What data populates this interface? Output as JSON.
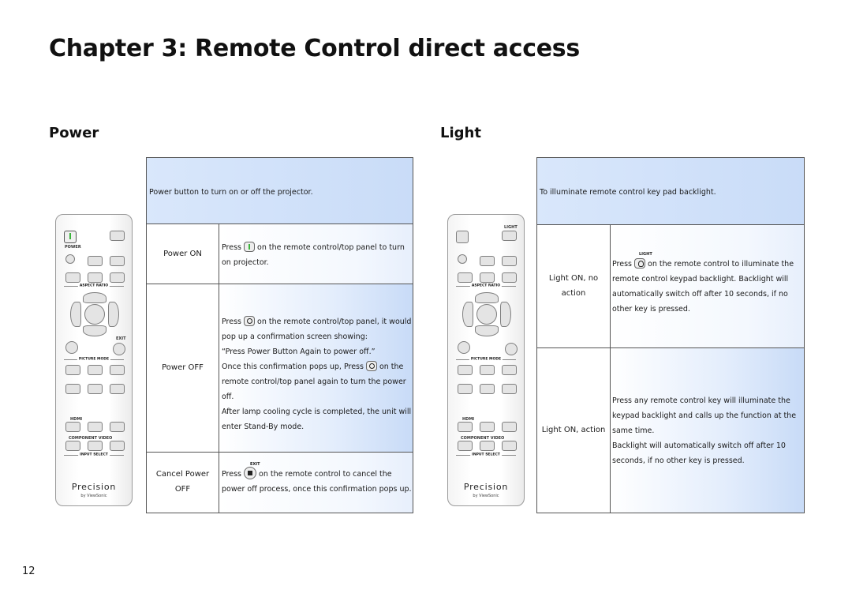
{
  "page": {
    "title": "Chapter 3: Remote Control direct access",
    "page_number": "12"
  },
  "power": {
    "heading": "Power",
    "header_text": "Power button to turn on or off the projector.",
    "rows": [
      {
        "label": "Power ON",
        "text_before_icon": "Press",
        "text_after_icon": "on the remote control/top panel to turn",
        "text_line2": "on projector."
      },
      {
        "label": "Power OFF",
        "line1_before_icon": "Press",
        "line1_after_icon": "on the remote control/top panel, it would",
        "line2": "pop up a confirmation screen showing:",
        "line3": "“Press Power Button Again to power off.”",
        "line4_before_icon": "Once this confirmation pops up, Press",
        "line4_after_icon": "on the",
        "line5": "remote control/top panel again to turn the power off.",
        "line6": "After lamp cooling cycle is completed, the unit will",
        "line7": "enter Stand-By mode."
      },
      {
        "label_line1": "Cancel Power",
        "label_line2": "OFF",
        "icon_caption": "EXIT",
        "text_before_icon": "Press",
        "text_after_icon": "on the remote control to cancel the",
        "text_line2": "power off process, once this confirmation pops up."
      }
    ]
  },
  "light": {
    "heading": "Light",
    "header_text": "To illuminate remote control key pad backlight.",
    "rows": [
      {
        "label_line1": "Light ON, no",
        "label_line2": "action",
        "icon_caption": "LIGHT",
        "line1_before_icon": "Press",
        "line1_after_icon": "on the remote control to illuminate the",
        "line2": "remote control keypad backlight. Backlight will",
        "line3": "automatically switch off after 10 seconds, if no",
        "line4": "other key is pressed."
      },
      {
        "label": "Light ON, action",
        "line1": "Press any remote control key will illuminate the",
        "line2": "keypad backlight and calls up the function at the",
        "line3": "same time.",
        "line4": "Backlight will automatically switch off after 10",
        "line5": "seconds, if no other key is pressed."
      }
    ]
  },
  "remote": {
    "labels": {
      "power": "POWER",
      "light": "LIGHT",
      "aspect_ratio": "ASPECT RATIO",
      "exit": "EXIT",
      "picture_mode": "PICTURE MODE",
      "hdmi": "HDMI",
      "component_video": "COMPONENT VIDEO",
      "input_select": "INPUT SELECT"
    },
    "brand": "Precision",
    "sub_brand": "by ViewSonic"
  },
  "colors": {
    "highlight_blue": "#c9dcf8",
    "power_green": "#3cb43c"
  }
}
